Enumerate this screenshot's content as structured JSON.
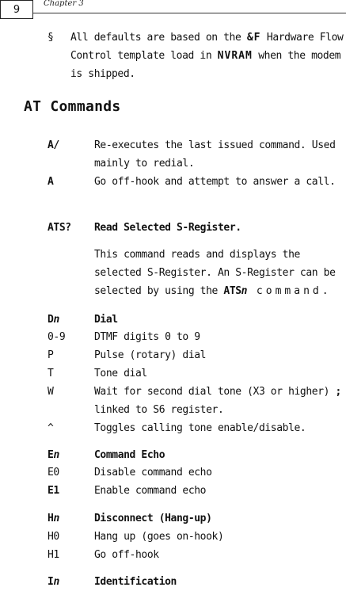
{
  "header": {
    "page_number": "9",
    "chapter": "Chapter 3"
  },
  "note": {
    "symbol": "§",
    "text_1": "All defaults are based on the ",
    "amp_f": "&F",
    "text_2": " Hardware Flow Control template load in ",
    "nvram": "NVRAM",
    "text_3": " when the modem is shipped."
  },
  "section_title": "AT Commands",
  "entries": {
    "a_slash": {
      "key": "A/",
      "desc": "Re-executes the last issued command. Used mainly to redial."
    },
    "a": {
      "key": "A",
      "desc": "Go off-hook and attempt to answer a call."
    },
    "ats": {
      "key": "ATS?",
      "title": "Read Selected S-Register.",
      "desc_1": "This command reads and displays the selected S-Register. An S-Register can be selected by using the ",
      "cmd_base": "ATS",
      "cmd_n": "n",
      "desc_2": " command."
    },
    "dn": {
      "key_base": "D",
      "key_n": "n",
      "title": "Dial",
      "items": [
        {
          "key": "0-9",
          "desc": "DTMF digits 0 to 9"
        },
        {
          "key": "P",
          "desc": "Pulse (rotary) dial"
        },
        {
          "key": "T",
          "desc": "Tone dial"
        },
        {
          "key": "W",
          "desc_1": "Wait for second dial tone (X3 or higher)",
          "semi": " ; ",
          "desc_2": "linked to S6 register."
        },
        {
          "key": "^",
          "desc": "Toggles calling tone enable/disable."
        }
      ]
    },
    "en": {
      "key_base": "E",
      "key_n": "n",
      "title": "Command Echo",
      "items": [
        {
          "key": "E0",
          "desc": "Disable command echo"
        },
        {
          "key": "E1",
          "desc": "Enable command echo"
        }
      ]
    },
    "hn": {
      "key_base": "H",
      "key_n": "n",
      "title": "Disconnect (Hang-up)",
      "items": [
        {
          "key": "H0",
          "desc": "Hang up (goes on-hook)"
        },
        {
          "key": "H1",
          "desc": "Go off-hook"
        }
      ]
    },
    "in": {
      "key_base": "I",
      "key_n": "n",
      "title": "Identification"
    }
  }
}
